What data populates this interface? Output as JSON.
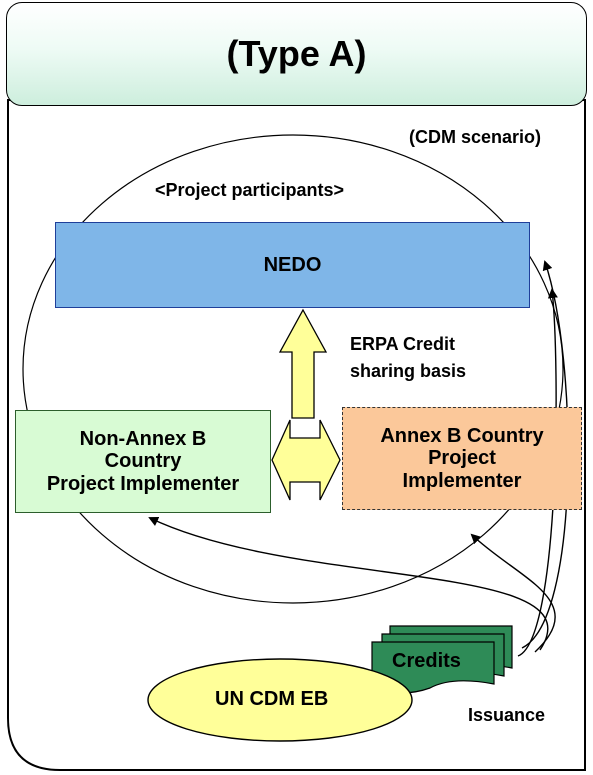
{
  "header": {
    "title": "(Type A)"
  },
  "scenario_label": "(CDM scenario)",
  "participants_label": "<Project participants>",
  "nodes": {
    "nedo": "NEDO",
    "non_annex": [
      "Non-Annex B",
      "Country",
      "Project Implementer"
    ],
    "annex_b": [
      "Annex B Country",
      "Project",
      "Implementer"
    ],
    "credits": "Credits",
    "un_cdm_eb": "UN CDM EB"
  },
  "erpa_label": [
    "ERPA Credit",
    "sharing basis"
  ],
  "issuance_label": "Issuance",
  "colors": {
    "nedo_fill": "#7fb6e8",
    "non_annex_fill": "#d8fbd4",
    "annex_b_fill": "#fbc89a",
    "credits_fill": "#2e8b57",
    "un_fill": "#ffff99",
    "arrow_fill": "#ffff99"
  }
}
